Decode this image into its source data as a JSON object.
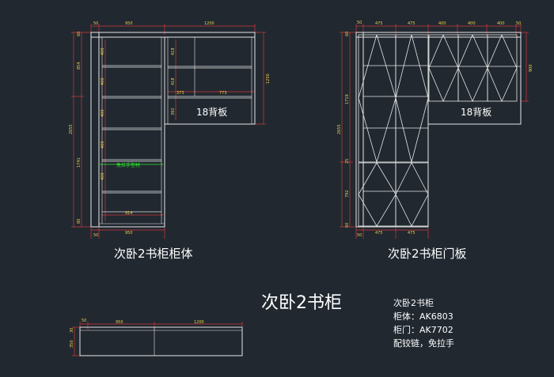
{
  "title": "次卧2书柜",
  "left_label": "次卧2书柜柜体",
  "right_label": "次卧2书柜门板",
  "back_panel_label": "18背板",
  "green_label": "免拉手型材",
  "notes": [
    "次卧2书柜",
    "柜体：AK6803",
    "柜门：AK7702",
    "配铰链，免拉手"
  ],
  "left_dims": {
    "top": [
      "50",
      "950",
      "1200"
    ],
    "bottom": [
      "50",
      "950"
    ],
    "left_outer": [
      "60",
      "854",
      "2655",
      "1741",
      "80"
    ],
    "left_inner": [
      "400",
      "400",
      "400",
      "400",
      "400"
    ],
    "right_outer": "1250",
    "upper_inner": [
      "418",
      "418",
      "392"
    ],
    "upper_widths": [
      "373",
      "773"
    ],
    "bottom_inner": "914"
  },
  "right_dims": {
    "top": [
      "50",
      "475",
      "475",
      "400",
      "400",
      "400",
      "50"
    ],
    "bottom": [
      "50",
      "475",
      "475"
    ],
    "left_outer": [
      "60",
      "1719",
      "2655",
      "25",
      "792",
      "60"
    ],
    "right_outer": "900"
  },
  "plan_dims": {
    "top": [
      "50",
      "950",
      "1200"
    ],
    "left": [
      "30",
      "350"
    ]
  }
}
